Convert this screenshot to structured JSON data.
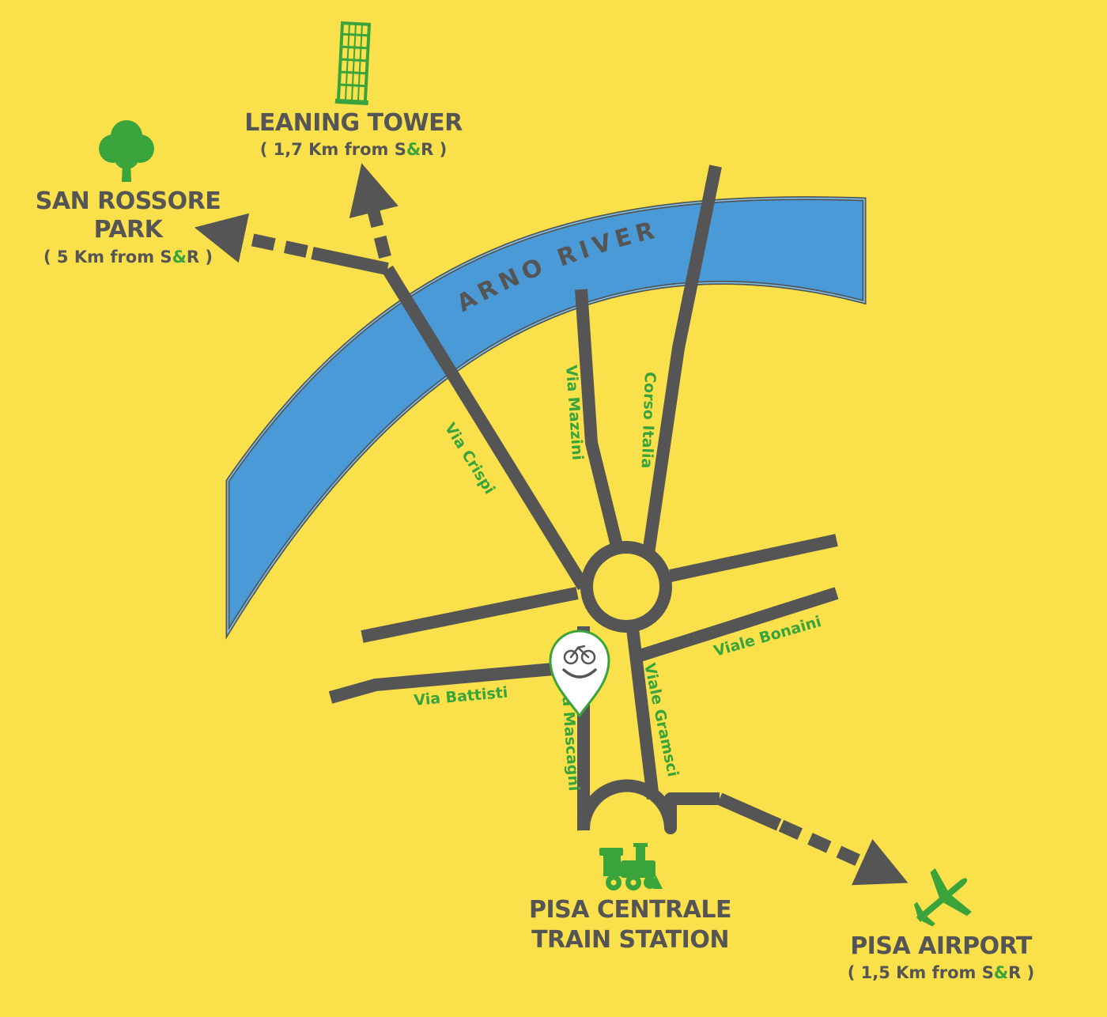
{
  "colors": {
    "background": "#fae04a",
    "river": "#4a9ad8",
    "road": "#555555",
    "accent_green": "#3aa43c",
    "text": "#555555"
  },
  "river": {
    "label": "ARNO RIVER"
  },
  "streets": {
    "via_crispi": "Via Crispi",
    "via_mazzini": "Via Mazzini",
    "corso_italia": "Corso Italia",
    "viale_bonaini": "Viale Bonaini",
    "via_battisti": "Via Battisti",
    "via_mascagni": "Via Mascagni",
    "viale_gramsci": "Viale Gramsci"
  },
  "places": {
    "leaning_tower": {
      "name": "LEANING TOWER",
      "distance_prefix": "( 1,7 Km from S",
      "amp": "&",
      "distance_suffix": "R )",
      "icon": "leaning-tower-icon"
    },
    "san_rossore": {
      "name_line1": "SAN ROSSORE",
      "name_line2": "PARK",
      "distance_prefix": "( 5 Km from S",
      "amp": "&",
      "distance_suffix": "R )",
      "icon": "tree-icon"
    },
    "train_station": {
      "name_line1": "PISA CENTRALE",
      "name_line2": "TRAIN STATION",
      "icon": "train-icon"
    },
    "airport": {
      "name": "PISA AIRPORT",
      "distance_prefix": "( 1,5 Km from S",
      "amp": "&",
      "distance_suffix": "R )",
      "icon": "airplane-icon"
    }
  },
  "marker": {
    "icon": "bike-smile-marker-icon"
  }
}
